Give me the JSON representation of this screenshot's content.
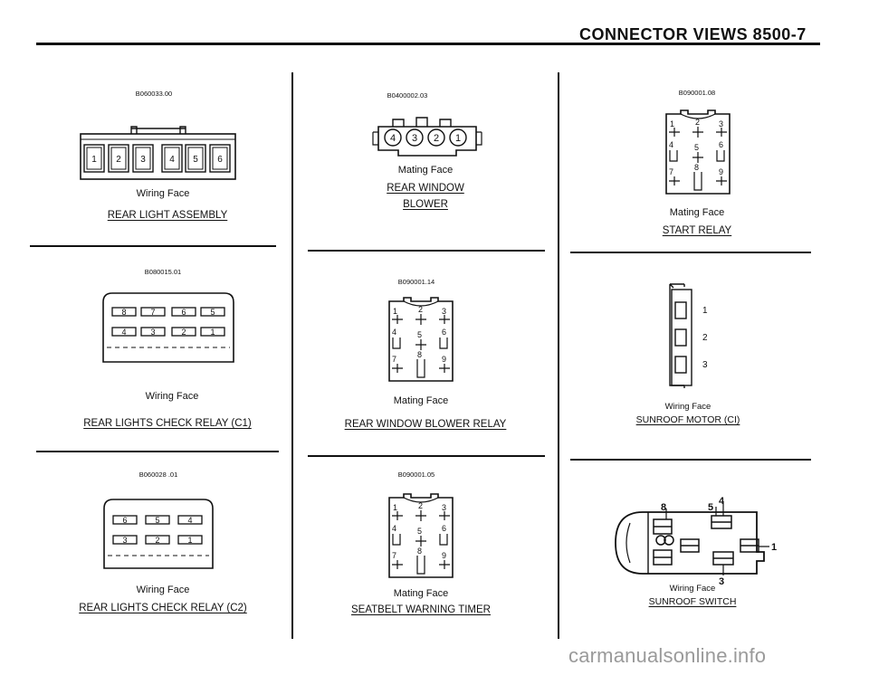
{
  "header": {
    "title": "CONNECTOR VIEWS  8500-7"
  },
  "panels": {
    "rear_light_assembly": {
      "code": "B060033.00",
      "face": "Wiring Face",
      "title": "REAR LIGHT ASSEMBLY",
      "pins": [
        "1",
        "2",
        "3",
        "4",
        "5",
        "6"
      ]
    },
    "rear_window_blower": {
      "code": "B0400002.03",
      "face": "Mating Face",
      "title_line1": "REAR WINDOW",
      "title_line2": "BLOWER",
      "pins": [
        "4",
        "3",
        "2",
        "1"
      ]
    },
    "start_relay": {
      "code": "B090001.08",
      "face": "Mating Face",
      "title": "START RELAY",
      "pins": [
        "1",
        "2",
        "3",
        "4",
        "5",
        "6",
        "7",
        "8",
        "9"
      ]
    },
    "rear_lights_check_relay_c1": {
      "code": "B080015.01",
      "face": "Wiring Face",
      "title": "REAR LIGHTS CHECK RELAY (C1)",
      "pins_top": [
        "8",
        "7",
        "6",
        "5"
      ],
      "pins_bottom": [
        "4",
        "3",
        "2",
        "1"
      ]
    },
    "rear_window_blower_relay": {
      "code": "B090001.14",
      "face": "Mating Face",
      "title": "REAR WINDOW BLOWER RELAY",
      "pins": [
        "1",
        "2",
        "3",
        "4",
        "5",
        "6",
        "7",
        "8",
        "9"
      ]
    },
    "sunroof_motor": {
      "face": "Wiring Face",
      "title": "SUNROOF MOTOR (CI)",
      "pins": [
        "1",
        "2",
        "3"
      ]
    },
    "rear_lights_check_relay_c2": {
      "code": "B060028 .01",
      "face": "Wiring Face",
      "title": "REAR LIGHTS CHECK RELAY (C2)",
      "pins_top": [
        "6",
        "5",
        "4"
      ],
      "pins_bottom": [
        "3",
        "2",
        "1"
      ]
    },
    "seatbelt_warning_timer": {
      "code": "B090001.05",
      "face": "Mating Face",
      "title": "SEATBELT WARNING TIMER",
      "pins": [
        "1",
        "2",
        "3",
        "4",
        "5",
        "6",
        "7",
        "8",
        "9"
      ]
    },
    "sunroof_switch": {
      "face": "Wiring Face",
      "title": "SUNROOF SWITCH",
      "pins": [
        "8",
        "5",
        "4",
        "1",
        "3"
      ]
    }
  },
  "watermark": "carmanualsonline.info"
}
